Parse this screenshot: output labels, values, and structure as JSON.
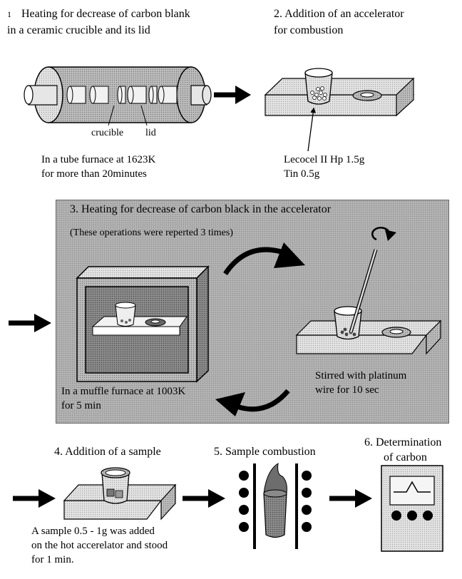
{
  "steps": {
    "s1": {
      "number": "1",
      "title_line1": "Heating for decrease of carbon blank",
      "title_line2": "in a ceramic crucible and its lid"
    },
    "s2": {
      "title_line1": "2. Addition of an accelerator",
      "title_line2": "for combustion"
    },
    "s3": {
      "title": "3. Heating for decrease of carbon black in the  accelerator",
      "note": "(These operations were reperted 3 times)"
    },
    "s4": {
      "title": "4. Addition of a sample"
    },
    "s5": {
      "title": "5. Sample combustion"
    },
    "s6": {
      "title_line1": "6. Determination",
      "title_line2": "of carbon"
    }
  },
  "labels": {
    "crucible": "crucible",
    "lid": "lid",
    "tube_furnace_line1": "In a tube furnace at 1623K",
    "tube_furnace_line2": "for more than 20minutes",
    "accelerator_line1": "Lecocel II Hp  1.5g",
    "accelerator_line2": "Tin 0.5g",
    "muffle_line1": "In a muffle furnace at 1003K",
    "muffle_line2": "for 5  min",
    "stirred_line1": "Stirred with platinum",
    "stirred_line2": "wire for 10 sec",
    "sample_line1": "A sample 0.5 - 1g was added",
    "sample_line2": "on the hot accerelator and stood",
    "sample_line3": "for 1 min."
  },
  "icons": [
    "tube-furnace-icon",
    "crucible-icon",
    "lid-icon",
    "plate-icon",
    "muffle-furnace-icon",
    "stir-rod-icon",
    "rotation-icon",
    "induction-coil-icon",
    "carbon-analyzer-icon",
    "arrow-right-icon",
    "curved-arrow-icon"
  ]
}
